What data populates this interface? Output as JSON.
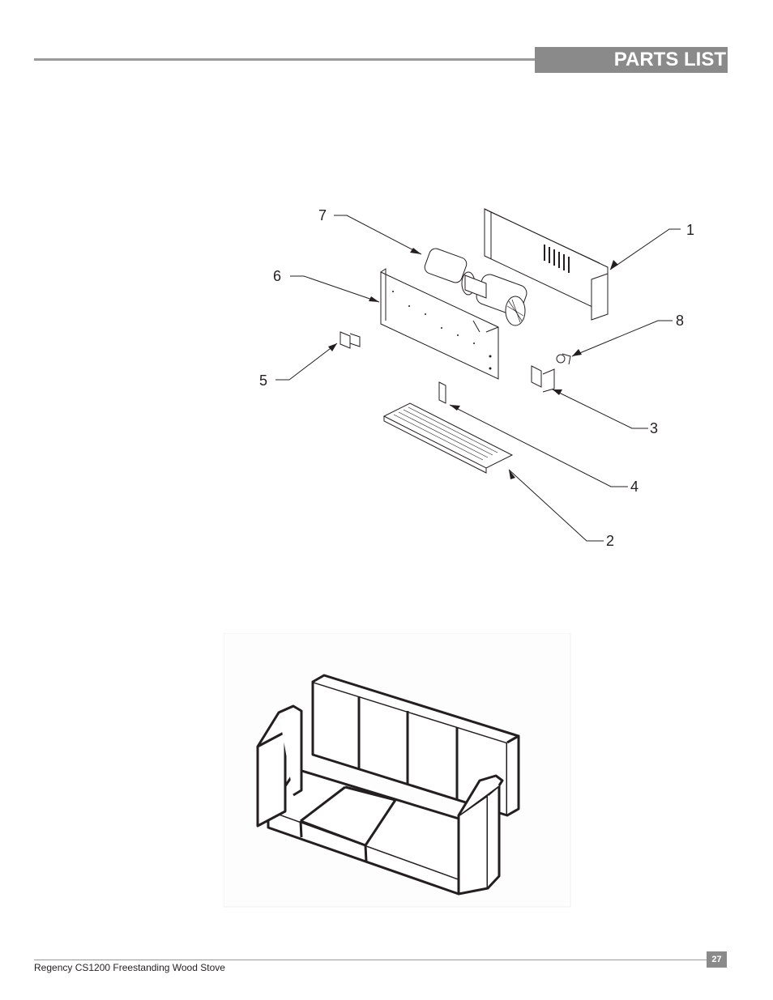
{
  "header": {
    "title": "PARTS LIST"
  },
  "blower_diagram": {
    "callouts": [
      "1",
      "2",
      "3",
      "4",
      "5",
      "6",
      "7",
      "8"
    ]
  },
  "footer": {
    "product": "Regency CS1200  Freestanding Wood Stove",
    "page_number": "27"
  }
}
